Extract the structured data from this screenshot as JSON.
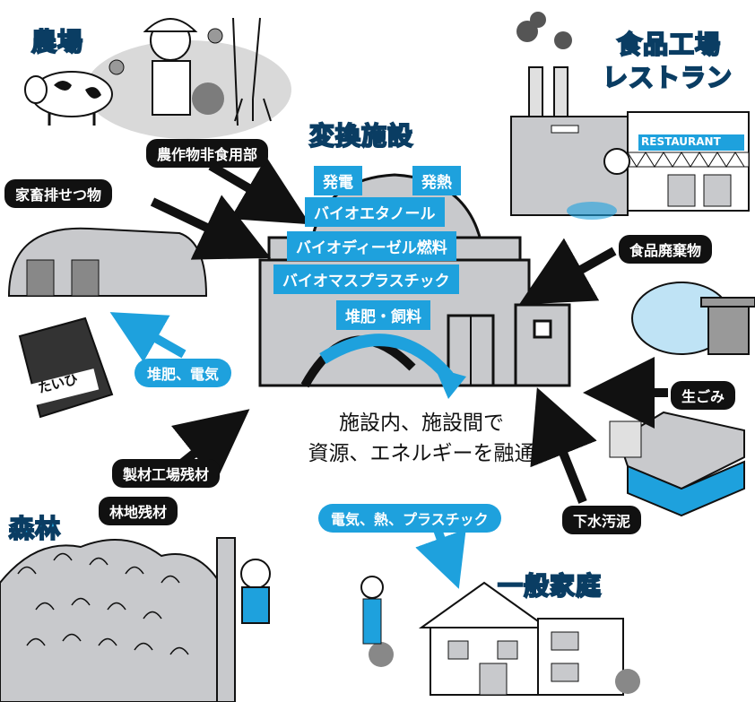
{
  "titles": {
    "farm": "農場",
    "food_factory_line1": "食品工場",
    "food_factory_line2": "レストラン",
    "conversion": "変換施設",
    "forest": "森林",
    "household": "一般家庭"
  },
  "inputs": {
    "crop_residue": "農作物非食用部",
    "livestock_waste": "家畜排せつ物",
    "food_waste": "食品廃棄物",
    "garbage": "生ごみ",
    "sewage_sludge": "下水汚泥",
    "sawmill_residue": "製材工場残材",
    "forest_residue": "林地残材"
  },
  "products": {
    "power": "発電",
    "heat": "発熱",
    "bioethanol": "バイオエタノール",
    "biodiesel": "バイオディーゼル燃料",
    "bioplastic": "バイオマスプラスチック",
    "compost_feed": "堆肥・飼料"
  },
  "outputs": {
    "compost_electricity": "堆肥、電気",
    "elec_heat_plastic": "電気、熱、プラスチック"
  },
  "center": {
    "line1": "施設内、施設間で",
    "line2": "資源、エネルギーを融通"
  },
  "signs": {
    "restaurant": "RESTAURANT",
    "compost_bag": "たいひ"
  },
  "colors": {
    "cyan": "#29a8e0",
    "box_blue": "#1ea1dd",
    "outline": "#111111",
    "building_gray": "#c8c9cc"
  }
}
